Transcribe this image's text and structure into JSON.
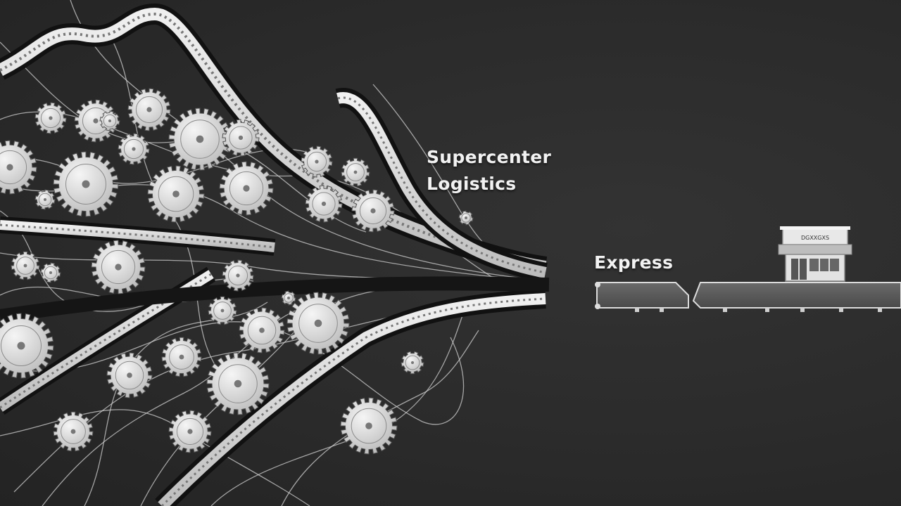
{
  "labels": {
    "supercenter_line1": "Supercenter",
    "supercenter_line2": "Logistics",
    "express": "Express"
  },
  "store": {
    "sign": "DGXXGXS"
  },
  "colors": {
    "background": "#2b2b2b",
    "metal": "#d9d9d9",
    "text": "#f2f2f2"
  },
  "icons": [
    "gear-icon",
    "conveyor-belt-icon",
    "storefront-icon"
  ]
}
